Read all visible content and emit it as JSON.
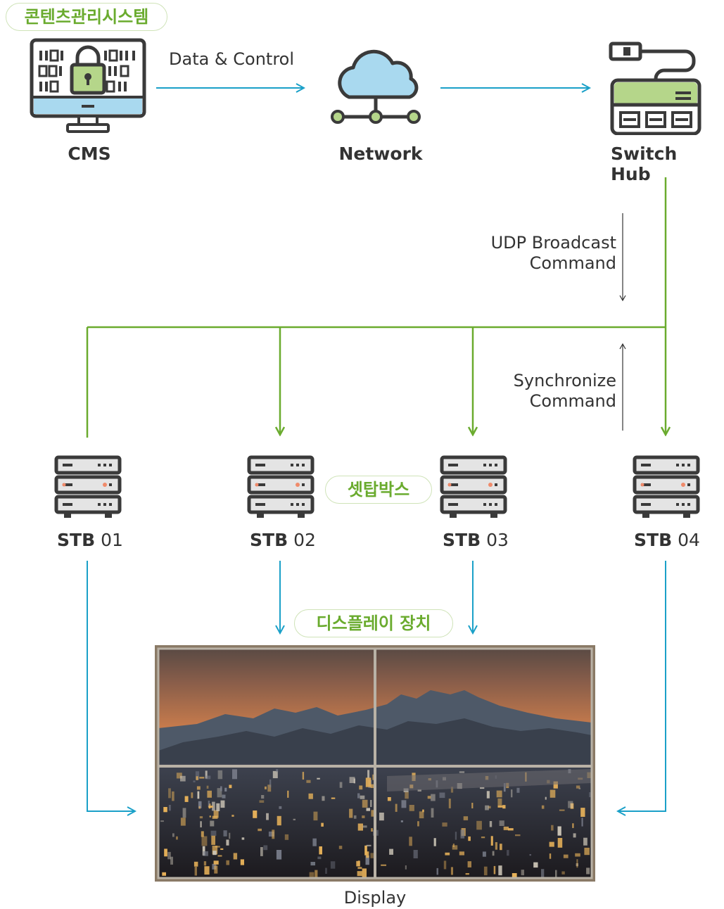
{
  "header": {
    "cms_badge": "콘텐츠관리시스템"
  },
  "nodes": {
    "cms": "CMS",
    "network": "Network",
    "switch_hub": "Switch Hub"
  },
  "flows": {
    "data_control": "Data & Control",
    "udp_line1": "UDP Broadcast",
    "udp_line2": "Command",
    "sync_line1": "Synchronize",
    "sync_line2": "Command"
  },
  "stb_badge": "셋탑박스",
  "stbs": [
    {
      "prefix": "STB",
      "num": "01"
    },
    {
      "prefix": "STB",
      "num": "02"
    },
    {
      "prefix": "STB",
      "num": "03"
    },
    {
      "prefix": "STB",
      "num": "04"
    }
  ],
  "display_badge": "디스플레이 장치",
  "display_label": "Display",
  "colors": {
    "green": "#6aab2e",
    "blue": "#1aa0c8",
    "dark": "#3a3a3a"
  }
}
